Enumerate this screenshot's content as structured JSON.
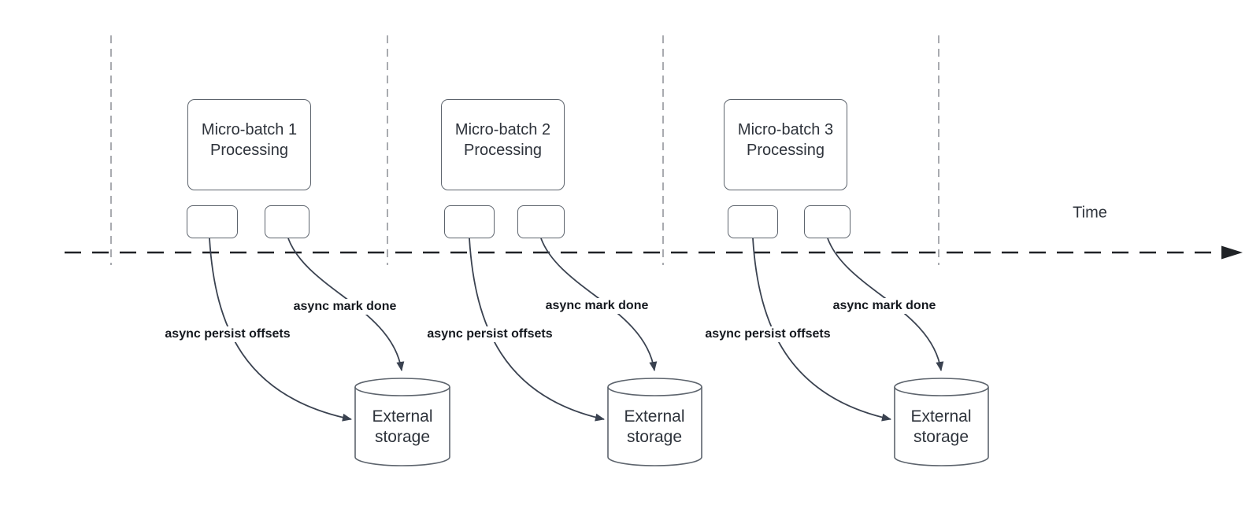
{
  "time_axis": {
    "label": "Time"
  },
  "batches": [
    {
      "title": "Micro-batch 1 Processing",
      "persist_label": "async persist offsets",
      "done_label": "async mark done",
      "storage": "External storage"
    },
    {
      "title": "Micro-batch 2 Processing",
      "persist_label": "async persist offsets",
      "done_label": "async mark done",
      "storage": "External storage"
    },
    {
      "title": "Micro-batch 3 Processing",
      "persist_label": "async persist offsets",
      "done_label": "async mark done",
      "storage": "External storage"
    }
  ],
  "colors": {
    "box_border": "#5d646d",
    "arrow": "#3a4250",
    "timeline": "#202327",
    "guide_line": "#a9abb0",
    "label_text": "#15191f",
    "title_text": "#2e333b",
    "background": "#ffffff"
  },
  "icons": {
    "timeline_arrow": "right-arrowhead",
    "flow_arrows": "curved-arrowhead"
  }
}
